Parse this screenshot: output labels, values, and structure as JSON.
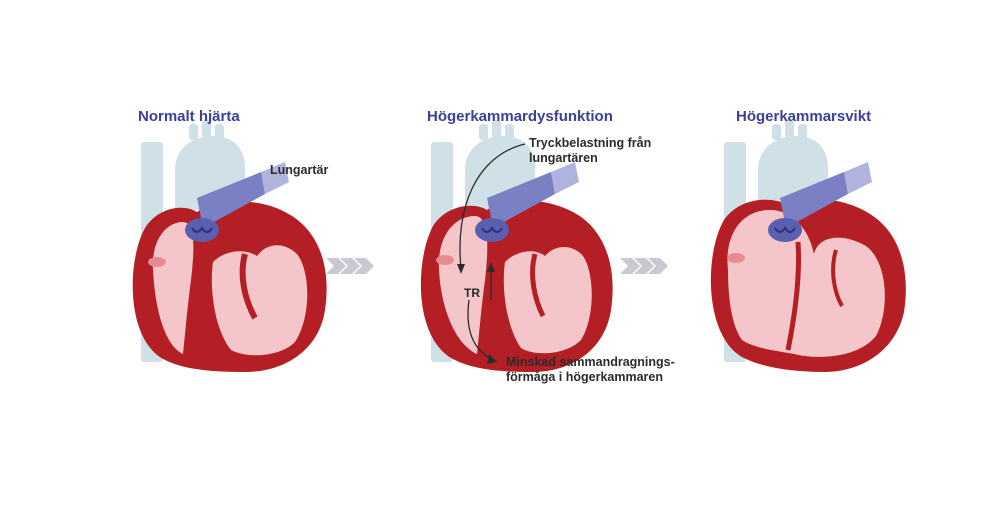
{
  "panels": [
    {
      "title": "Normalt hjärta"
    },
    {
      "title": "Högerkammardysfunktion"
    },
    {
      "title": "Högerkammarsvikt"
    }
  ],
  "labels": {
    "pulmonary_artery": "Lungartär",
    "pressure_line1": "Tryckbelastning från",
    "pressure_line2": "lungartären",
    "contractility_line1": "Minskad sammandragnings-",
    "contractility_line2": "förmåga i högerkammaren",
    "tr": "TR"
  },
  "colors": {
    "title": "#3d3f9a",
    "myocardium": "#b31f24",
    "chamber": "#f4c6c9",
    "vessel_pale": "#cfe0e6",
    "artery": "#7b7fc4",
    "arrow": "#c9c9d2"
  }
}
